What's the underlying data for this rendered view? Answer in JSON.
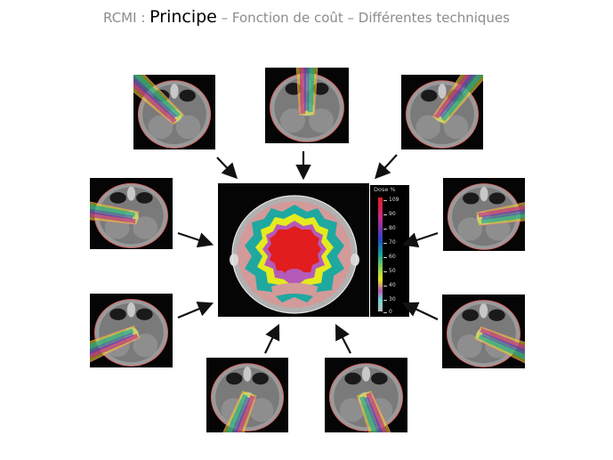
{
  "title": {
    "prefix": "RCMI : ",
    "main": "Principe",
    "rest": " – Fonction de coût – Différentes techniques"
  },
  "legend": {
    "title": "Dose %",
    "ticks": [
      "109",
      "90",
      "80",
      "70",
      "60",
      "50",
      "40",
      "30",
      "0"
    ]
  },
  "colors": {
    "high_dose": "#e11d1d",
    "mid_dose": "#18a39a",
    "low_dose": "#e5ea1f",
    "arrow": "#111111"
  }
}
